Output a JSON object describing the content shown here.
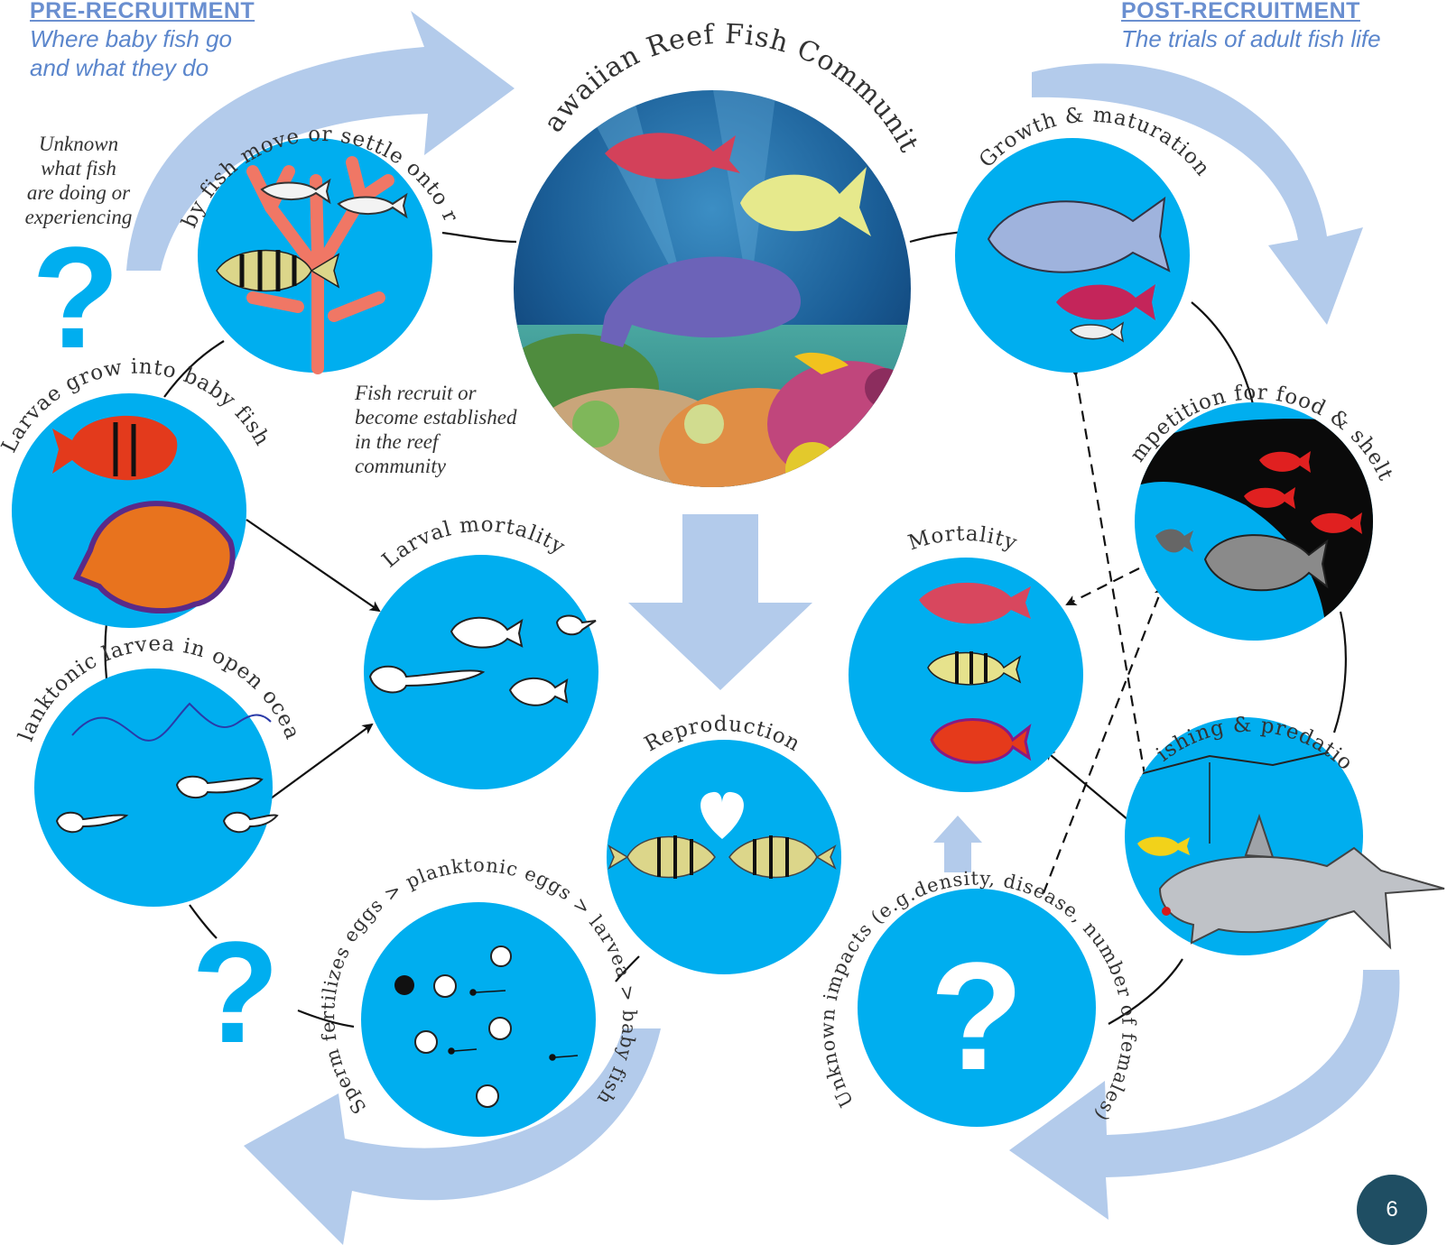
{
  "colors": {
    "circle_blue": "#00aeef",
    "arrow_light_blue": "#b3cbeb",
    "header_blue": "#6a8fd0",
    "badge": "#1f4e63"
  },
  "pre_recruitment": {
    "title": "PRE-RECRUITMENT",
    "subtitle_line1": "Where baby fish go",
    "subtitle_line2": "and what they do"
  },
  "post_recruitment": {
    "title": "POST-RECRUITMENT",
    "subtitle": "The trials of adult fish life"
  },
  "unknown_note": [
    "Unknown",
    "what fish",
    "are doing or",
    "experiencing"
  ],
  "recruit_note": [
    "Fish recruit or",
    "become established",
    "in the reef",
    "community"
  ],
  "center_title": "Hawaiian Reef Fish Community",
  "stages": {
    "baby_fish": "Baby fish move or settle onto reef",
    "larvae_grow": "Larvae grow into baby fish",
    "planktonic": "Planktonic larvea in open ocean",
    "larval_mortality": "Larval mortality",
    "sperm": "Sperm fertilizes eggs > planktonic eggs > larvea > baby fish",
    "reproduction": "Reproduction",
    "growth": "Growth & maturation",
    "competition": "Competition for food & shelter",
    "mortality": "Mortality",
    "fishing": "Fishing & predation",
    "unknown_impacts": "Unknown impacts (e.g.density, disease, number of females)"
  },
  "question_mark": "?",
  "page_number": "6"
}
